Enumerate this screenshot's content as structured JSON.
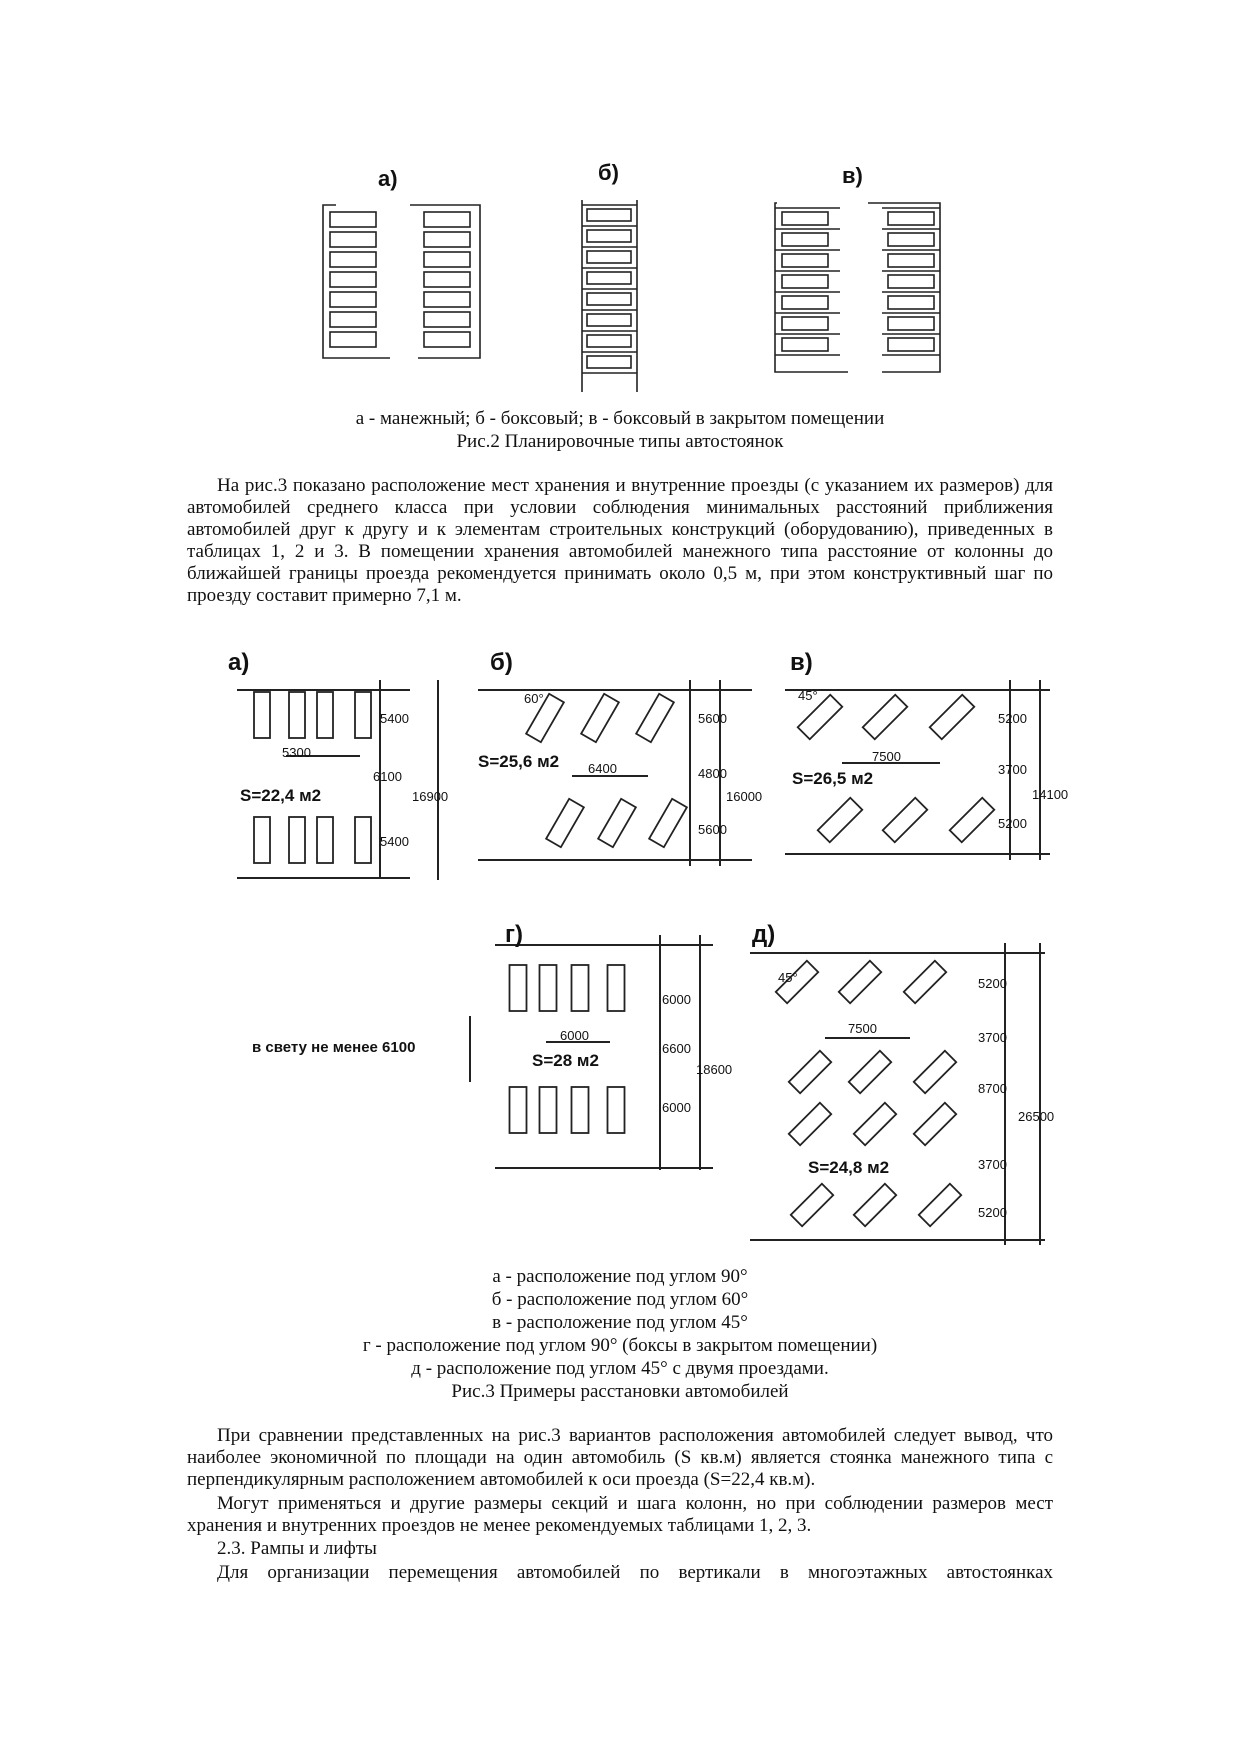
{
  "fig2": {
    "labels": [
      "а)",
      "б)",
      "в)"
    ],
    "caption_line1": "а - манежный; б - боксовый; в - боксовый в закрытом помещении",
    "caption_line2": "Рис.2 Планировочные типы автостоянок"
  },
  "paragraph1": "На рис.3 показано расположение мест хранения и внутренние проезды (с указанием их размеров) для автомобилей среднего класса при условии соблюдения минимальных расстояний приближения автомобилей друг к другу и к элементам строительных конструкций (оборудованию), приведенных в таблицах 1, 2 и 3. В помещении хранения автомобилей манежного типа расстояние от колонны до ближайшей границы проезда рекомендуется принимать около 0,5 м, при этом конструктивный шаг по проезду составит примерно 7,1 м.",
  "fig3": {
    "a": {
      "label": "а)",
      "area": "S=22,4 м2",
      "dims": [
        "5400",
        "5300",
        "6100",
        "16900",
        "5400"
      ]
    },
    "b": {
      "label": "б)",
      "angle": "60°",
      "area": "S=25,6 м2",
      "dims": [
        "5600",
        "6400",
        "4800",
        "16000",
        "5600"
      ]
    },
    "v": {
      "label": "в)",
      "angle": "45°",
      "area": "S=26,5 м2",
      "dims": [
        "5200",
        "7500",
        "3700",
        "14100",
        "5200"
      ]
    },
    "g": {
      "label": "г)",
      "area": "S=28 м2",
      "note": "в свету не менее 6100",
      "dims": [
        "6000",
        "6000",
        "6600",
        "18600",
        "6000"
      ]
    },
    "d": {
      "label": "д)",
      "angle": "45°",
      "area": "S=24,8 м2",
      "dims": [
        "5200",
        "7500",
        "3700",
        "8700",
        "26500",
        "3700",
        "5200"
      ]
    },
    "caption_lines": [
      "а - расположение под углом 90°",
      "б - расположение под углом 60°",
      "в - расположение под углом 45°",
      "г - расположение под углом 90° (боксы в закрытом помещении)",
      "д - расположение под углом 45° с двумя проездами.",
      "Рис.3 Примеры расстановки автомобилей"
    ]
  },
  "paragraph2": "При сравнении представленных на рис.3 вариантов расположения автомобилей следует вывод, что наиболее экономичной по площади на один автомобиль (S кв.м) является стоянка манежного типа с перпендикулярным расположением автомобилей к оси проезда (S=22,4 кв.м).",
  "paragraph3": "Могут применяться и другие размеры секций и шага колонн, но при соблюдении размеров мест хранения и внутренних проездов не менее рекомендуемых таблицами 1, 2, 3.",
  "section_heading": "2.3. Рампы и лифты",
  "paragraph4": "Для организации перемещения автомобилей по вертикали в многоэтажных автостоянках"
}
